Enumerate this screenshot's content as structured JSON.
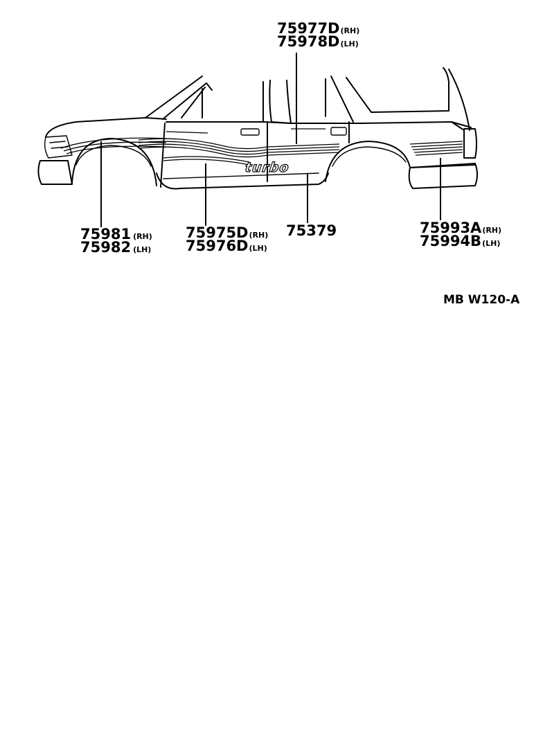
{
  "callouts": [
    {
      "id": "upper-door",
      "parts": [
        {
          "number": "75977D",
          "side": "(RH)"
        },
        {
          "number": "75978D",
          "side": "(LH)"
        }
      ]
    },
    {
      "id": "front-fender",
      "parts": [
        {
          "number": "75981",
          "side": "(RH)"
        },
        {
          "number": "75982",
          "side": "(LH)"
        }
      ]
    },
    {
      "id": "lower-door",
      "parts": [
        {
          "number": "75975D",
          "side": "(RH)"
        },
        {
          "number": "75976D",
          "side": "(LH)"
        }
      ]
    },
    {
      "id": "turbo-emblem",
      "parts": [
        {
          "number": "75379",
          "side": ""
        }
      ]
    },
    {
      "id": "rear-quarter",
      "parts": [
        {
          "number": "75993A",
          "side": "(RH)"
        },
        {
          "number": "75994B",
          "side": "(LH)"
        }
      ]
    }
  ],
  "emblem_text": "turbo",
  "diagram_code": "MB W120-A"
}
